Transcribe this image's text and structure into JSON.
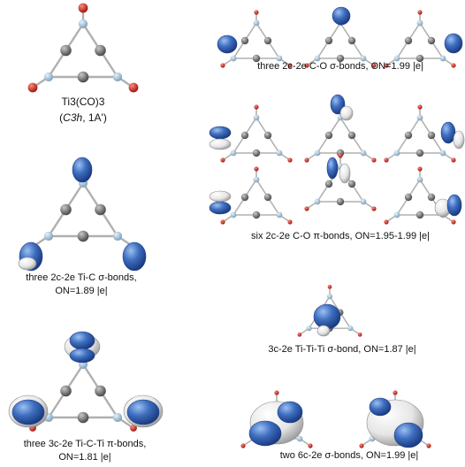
{
  "molecule": {
    "formula": "Ti3(CO)3",
    "symmetry": "C3h",
    "state": "1A'"
  },
  "captions": {
    "co_sigma": "three 2c-2e C-O σ-bonds, ON=1.99 |e|",
    "co_pi": "six 2c-2e C-O π-bonds, ON=1.95-1.99 |e|",
    "tic_sigma_1": "three 2c-2e Ti-C σ-bonds,",
    "tic_sigma_2": "ON=1.89 |e|",
    "ti3_sigma": "3c-2e Ti-Ti-Ti σ-bond, ON=1.87 |e|",
    "ticti_pi_1": "three 3c-2e Ti-C-Ti π-bonds,",
    "ticti_pi_2": "ON=1.81 |e|",
    "sixc_sigma": "two 6c-2e σ-bonds, ON=1.99 |e|"
  },
  "colors": {
    "lobe_blue": "#3f6fc0",
    "lobe_white": "#e8e8e8",
    "carbon": "#7a7a7a",
    "titanium": "#a9c6dc",
    "oxygen": "#d6332a",
    "bond": "#b0b0b0"
  }
}
